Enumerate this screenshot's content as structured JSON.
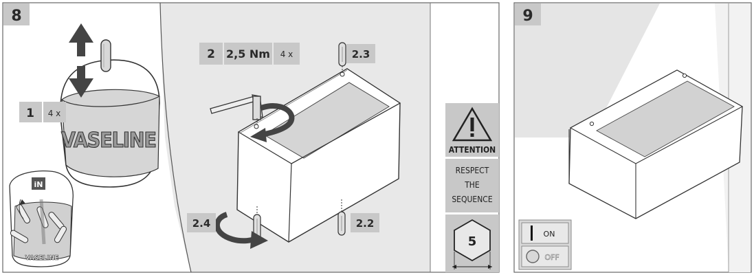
{
  "step8": {
    "number": "8",
    "sub1": {
      "label": "1",
      "qty": "4 x"
    },
    "sub2": {
      "label": "2",
      "torque": "2,5 Nm",
      "qty": "4 x"
    },
    "vaseline_label": "VASELINE",
    "jar_label": "VASELINE",
    "jar_logo": "iN",
    "positions": [
      "2.3",
      "2.4",
      "2.2"
    ]
  },
  "attention": {
    "title": "ATTENTION",
    "message_lines": [
      "RESPECT",
      "THE",
      "SEQUENCE"
    ],
    "hex_size": "5"
  },
  "step9": {
    "number": "9",
    "switch_on": "ON",
    "switch_off": "OFF"
  },
  "colors": {
    "label_gray": "#c8c8c8",
    "panel_gray": "#e8e8e8",
    "light_gray": "#f2f2f2",
    "dark_text": "#2a2a2a",
    "line": "#333333"
  }
}
